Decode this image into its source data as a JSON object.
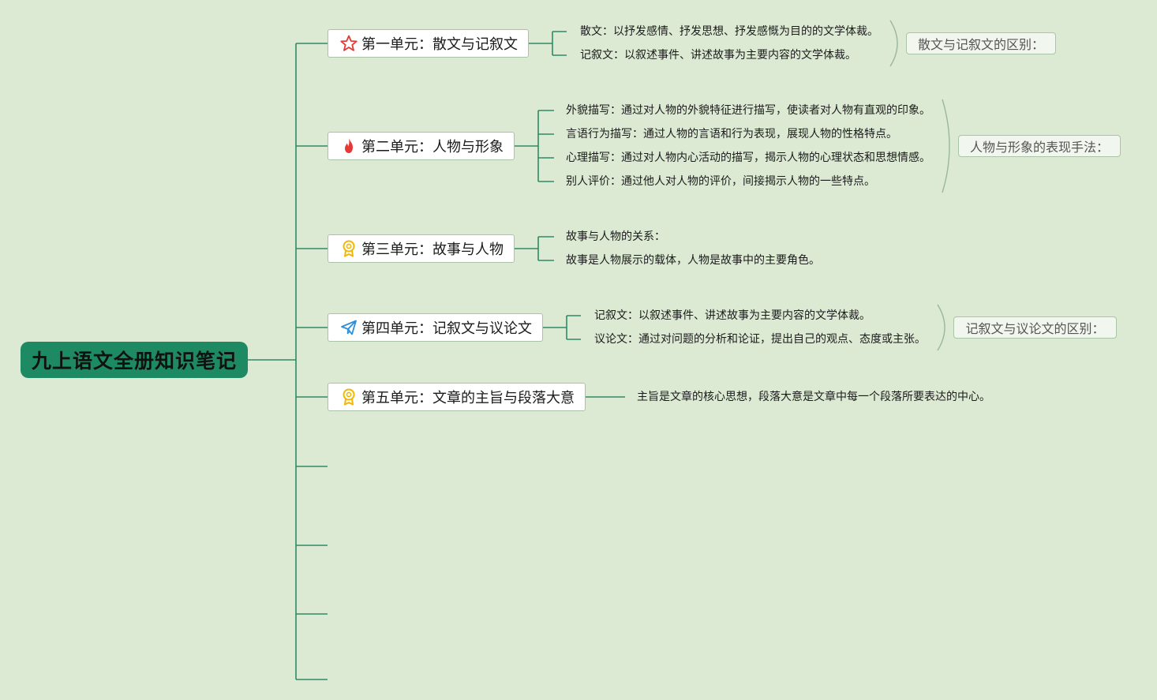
{
  "root": {
    "title": "九上语文全册知识笔记"
  },
  "colors": {
    "background": "#dcead3",
    "root_fill": "#1e8a63",
    "line": "#2e8a64",
    "brace": "#9ab79a"
  },
  "units": [
    {
      "title": "第一单元：散文与记叙文",
      "icon": "star-icon",
      "items": [
        "散文：以抒发感情、抒发思想、抒发感慨为目的的文学体裁。",
        "记叙文：以叙述事件、讲述故事为主要内容的文学体裁。"
      ],
      "summary": "散文与记叙文的区别："
    },
    {
      "title": "第二单元：人物与形象",
      "icon": "fire-icon",
      "items": [
        "外貌描写：通过对人物的外貌特征进行描写，使读者对人物有直观的印象。",
        "言语行为描写：通过人物的言语和行为表现，展现人物的性格特点。",
        "心理描写：通过对人物内心活动的描写，揭示人物的心理状态和思想情感。",
        "别人评价：通过他人对人物的评价，间接揭示人物的一些特点。"
      ],
      "summary": "人物与形象的表现手法："
    },
    {
      "title": "第三单元：故事与人物",
      "icon": "medal-icon",
      "items": [
        "故事与人物的关系：",
        "故事是人物展示的载体，人物是故事中的主要角色。"
      ]
    },
    {
      "title": "第四单元：记叙文与议论文",
      "icon": "paper-plane-icon",
      "items": [
        "记叙文：以叙述事件、讲述故事为主要内容的文学体裁。",
        "议论文：通过对问题的分析和论证，提出自己的观点、态度或主张。"
      ],
      "summary": "记叙文与议论文的区别："
    },
    {
      "title": "第五单元：文章的主旨与段落大意",
      "icon": "medal-icon",
      "items": [
        "主旨是文章的核心思想，段落大意是文章中每一个段落所要表达的中心。"
      ]
    }
  ]
}
